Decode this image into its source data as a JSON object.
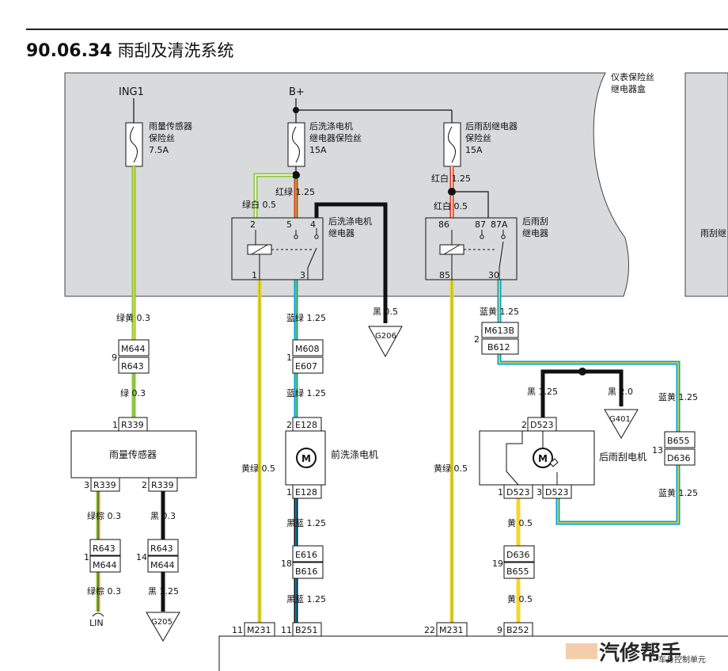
{
  "title": {
    "number": "90.06.34",
    "text": "雨刮及清洗系统"
  },
  "box_label": [
    "仪表保险丝",
    "继电器盒"
  ],
  "box2_label": "雨刮继",
  "watermark": {
    "brand": "汽修帮手",
    "sub": "车身控制单元"
  },
  "ing1": "ING1",
  "bplus": "B+",
  "fuse_rain": [
    "雨量传感器",
    "保险丝",
    "7.5A"
  ],
  "fuse_wash": [
    "后洗涤电机",
    "继电器保险丝",
    "15A"
  ],
  "fuse_wiper": [
    "后雨刮继电器",
    "保险丝",
    "15A"
  ],
  "relay_wash": {
    "label": [
      "后洗涤电机",
      "继电器"
    ],
    "pins": [
      "2",
      "5",
      "4",
      "1",
      "3"
    ]
  },
  "relay_wiper": {
    "label": [
      "后雨刮",
      "继电器"
    ],
    "pins": [
      "86",
      "87",
      "87A",
      "85",
      "30"
    ]
  },
  "wires": {
    "w_lvhuang_03": "绿黄 0.3",
    "w_lv_03": "绿 0.3",
    "w_lvbai_05": "绿白 0.5",
    "w_honglv_125": "红绿 1.25",
    "w_hongbai_125": "红白 1.25",
    "w_hongbai_05": "红白 0.5",
    "w_hei_05": "黑 0.5",
    "w_lanlv_125a": "蓝绿 1.25",
    "w_lanlv_125b": "蓝绿 1.25",
    "w_huanglv_05a": "黄绿 0.5",
    "w_huanglv_05b": "黄绿 0.5",
    "w_heilan_125a": "黑蓝 1.25",
    "w_heilan_125b": "黑蓝 1.25",
    "w_lanhuang_125a": "蓝黄 1.25",
    "w_lanhuang_125b": "蓝黄 1.25",
    "w_lanhuang_125c": "蓝黄 1.25",
    "w_hei_125a": "黑 1.25",
    "w_hei_20": "黑 2.0",
    "w_huang_05a": "黄 0.5",
    "w_huang_05b": "黄 0.5",
    "w_lvzong_03a": "绿棕 0.3",
    "w_lvzong_03b": "绿棕 0.3",
    "w_hei_03": "黑 0.3",
    "w_hei_125b": "黑 1.25"
  },
  "connectors": {
    "M644a": "M644",
    "R643a": "R643",
    "pin9": "9",
    "R339": "R339",
    "pin1_r339": "1",
    "M608": "M608",
    "E607": "E607",
    "pin1_e607": "1",
    "E128a": "E128",
    "pin2_e128": "2",
    "E128b": "E128",
    "pin1_e128": "1",
    "E616": "E616",
    "B616": "B616",
    "pin18": "18",
    "M613B": "M613B",
    "B612": "B612",
    "pin2_b612": "2",
    "D523a": "D523",
    "pin2_d523": "2",
    "D523b": "D523",
    "pin1_d523": "1",
    "D523c": "D523",
    "pin3_d523": "3",
    "B655a": "B655",
    "D636a": "D636",
    "pin13": "13",
    "D636b": "D636",
    "B655b": "B655",
    "pin19": "19",
    "R339b": "R339",
    "pin3_r339": "3",
    "R339c": "R339",
    "pin2_r339": "2",
    "R643b": "R643",
    "M644b": "M644",
    "pin1_m644": "1",
    "R643c": "R643",
    "M644c": "M644",
    "pin14": "14",
    "M231a": "M231",
    "pin11a": "11",
    "B251": "B251",
    "pin11b": "11",
    "M231b": "M231",
    "pin22": "22",
    "B252": "B252",
    "pin9b": "9"
  },
  "grounds": {
    "G206": "G206",
    "G401": "G401",
    "G205": "G205"
  },
  "components": {
    "rain_sensor": "雨量传感器",
    "front_washer": "前洗涤电机",
    "rear_wiper": "后雨刮电机",
    "motor_symbol": "M",
    "lin": "LIN"
  },
  "colors": {
    "box_fill": "#d9dadb",
    "green": "#8cc63f",
    "yellow": "#f5d62a",
    "blue": "#00a3d9",
    "red": "#e03a1e",
    "black": "#111111"
  }
}
